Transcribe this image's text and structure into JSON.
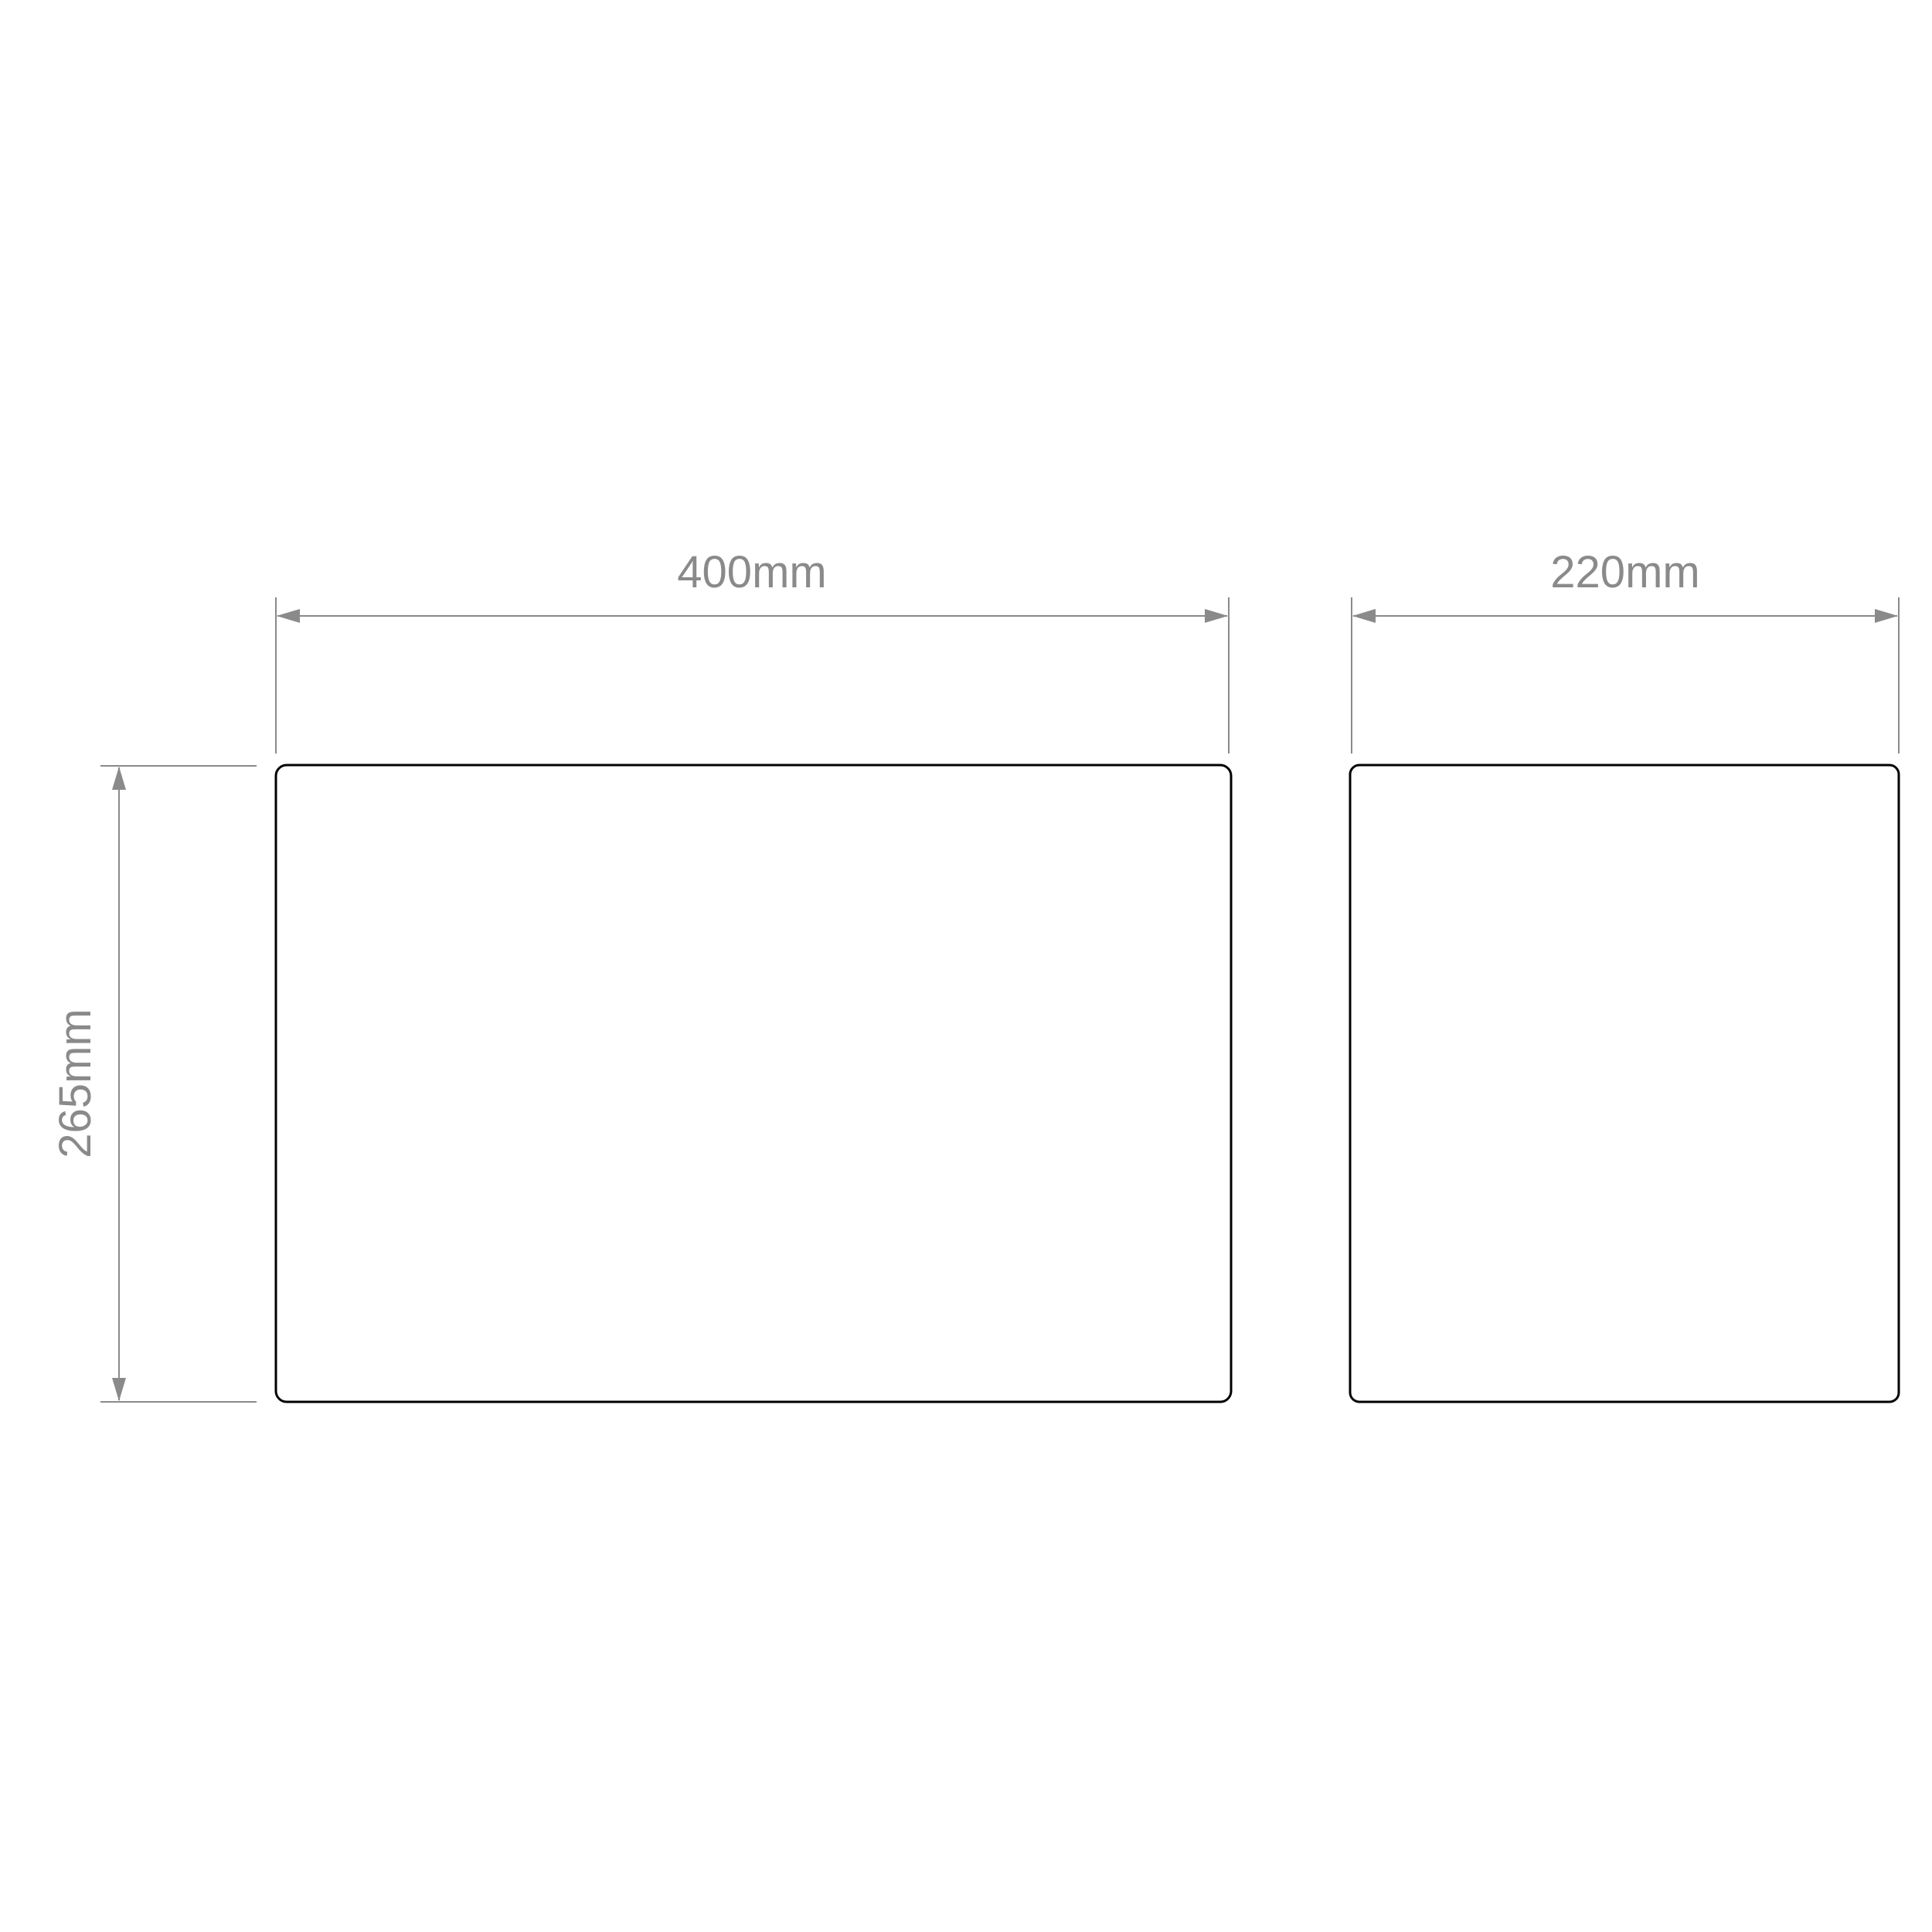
{
  "drawing": {
    "dimensions": {
      "front_width": "400mm",
      "side_width": "220mm",
      "height": "265mm"
    },
    "colors": {
      "outline": "#000000",
      "dimension_line": "#8a8a8a",
      "background": "#ffffff"
    }
  }
}
